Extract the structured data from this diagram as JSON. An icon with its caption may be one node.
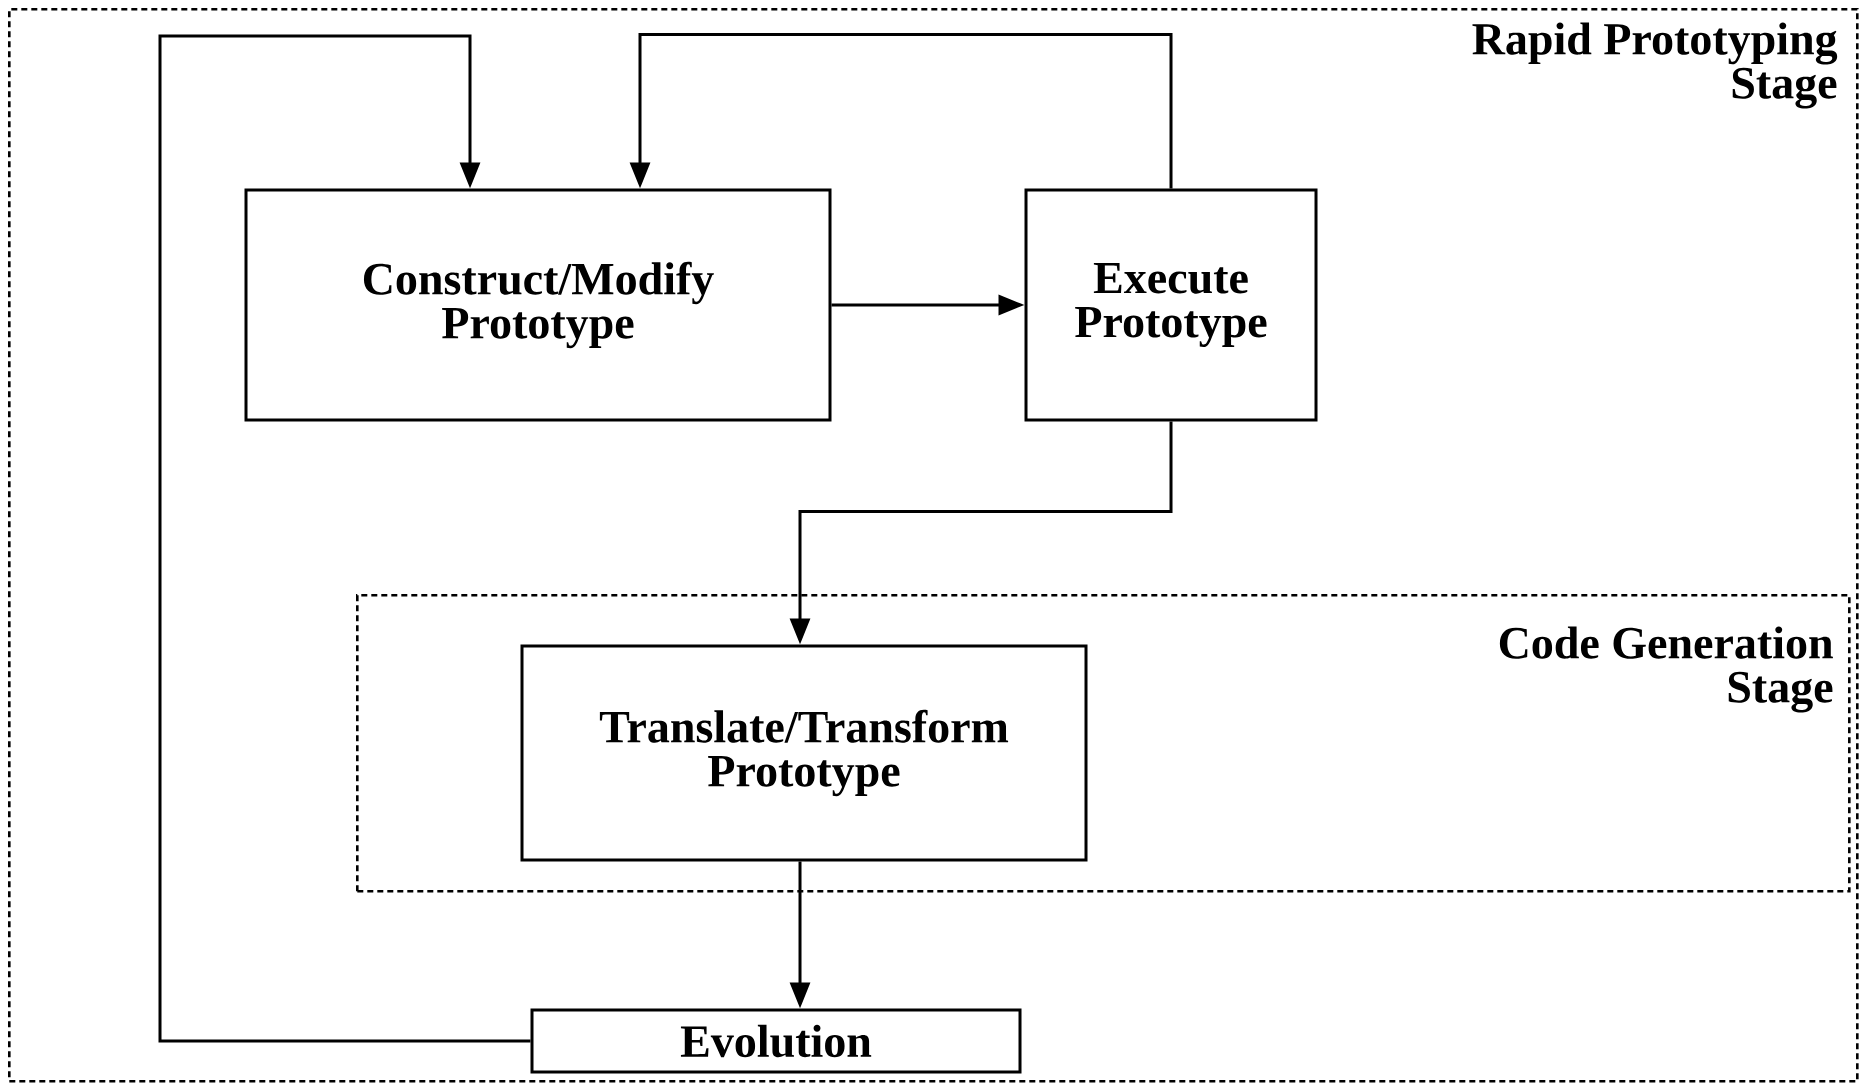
{
  "diagram": {
    "nodes": [
      {
        "text": [
          "Rapid Prototyping Stage"
        ]
      },
      {
        "text": [
          "Construct/Modify Prototype"
        ],
        "in": 0
      },
      {
        "text": [
          "Execute Prototype"
        ],
        "in": 0
      },
      {
        "text": [
          "Code Generation Stage"
        ],
        "in": 0
      },
      {
        "text": [
          "Translate/Transform Prototype"
        ],
        "in": 3
      },
      {
        "text": [
          "Evolution"
        ],
        "in": 0
      }
    ],
    "edges": [
      {
        "from": 1,
        "to": 2,
        "arrow": "to"
      },
      {
        "from": 2,
        "to": 1,
        "arrow": "to"
      },
      {
        "from": 2,
        "to": 4,
        "arrow": "to"
      },
      {
        "from": 4,
        "to": 5,
        "arrow": "to"
      },
      {
        "from": 5,
        "to": 1,
        "arrow": "to"
      }
    ]
  }
}
